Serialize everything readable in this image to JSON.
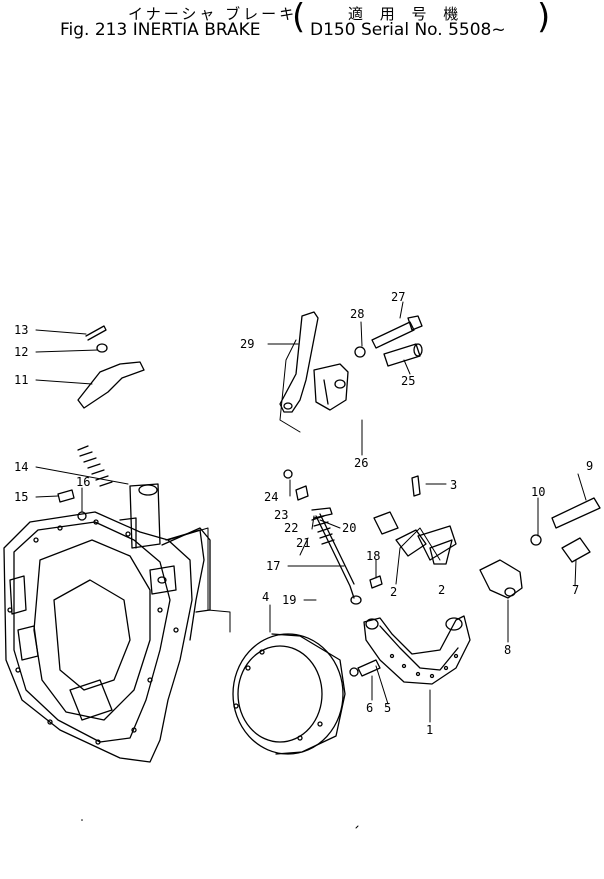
{
  "header": {
    "title_jp_left": "イナーシャ ブレーキ",
    "title_jp_right": "適 用 号 機",
    "title_en_left": "Fig. 213 INERTIA BRAKE",
    "title_en_right": "D150 Serial No. 5508~"
  },
  "callouts": [
    {
      "id": "c13",
      "text": "13"
    },
    {
      "id": "c12",
      "text": "12"
    },
    {
      "id": "c11",
      "text": "11"
    },
    {
      "id": "c14",
      "text": "14"
    },
    {
      "id": "c15",
      "text": "15"
    },
    {
      "id": "c16",
      "text": "16"
    },
    {
      "id": "c29",
      "text": "29"
    },
    {
      "id": "c28",
      "text": "28"
    },
    {
      "id": "c27",
      "text": "27"
    },
    {
      "id": "c25",
      "text": "25"
    },
    {
      "id": "c26",
      "text": "26"
    },
    {
      "id": "c24",
      "text": "24"
    },
    {
      "id": "c23",
      "text": "23"
    },
    {
      "id": "c22",
      "text": "22"
    },
    {
      "id": "c21",
      "text": "21"
    },
    {
      "id": "c20",
      "text": "20"
    },
    {
      "id": "c17",
      "text": "17"
    },
    {
      "id": "c19",
      "text": "19"
    },
    {
      "id": "c18",
      "text": "18"
    },
    {
      "id": "c4",
      "text": "4"
    },
    {
      "id": "c3",
      "text": "3"
    },
    {
      "id": "c2a",
      "text": "2"
    },
    {
      "id": "c2b",
      "text": "2"
    },
    {
      "id": "c9",
      "text": "9"
    },
    {
      "id": "c10",
      "text": "10"
    },
    {
      "id": "c7",
      "text": "7"
    },
    {
      "id": "c8",
      "text": "8"
    },
    {
      "id": "c6",
      "text": "6"
    },
    {
      "id": "c5",
      "text": "5"
    },
    {
      "id": "c1",
      "text": "1"
    }
  ]
}
